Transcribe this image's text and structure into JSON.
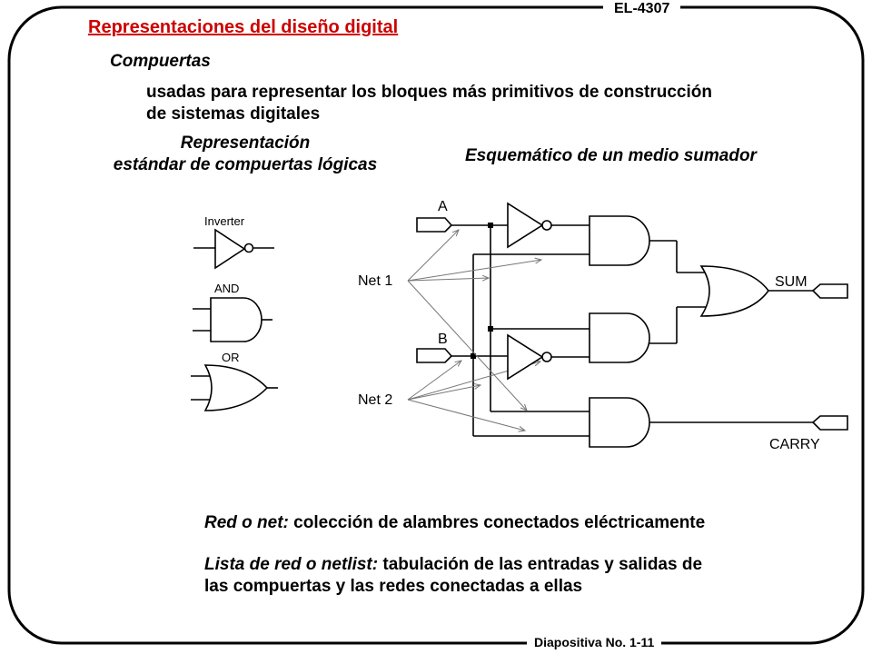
{
  "header": {
    "course_code": "EL-4307",
    "title": "Representaciones del diseño digital",
    "title_color": "#cc0000"
  },
  "content": {
    "section": "Compuertas",
    "description_line1": "usadas para representar los bloques más primitivos de construcción",
    "description_line2": "de sistemas digitales",
    "left_caption_line1": "Representación",
    "left_caption_line2": "estándar de compuertas lógicas",
    "right_caption": "Esquemático de un medio sumador"
  },
  "gate_legend": {
    "inverter_label": "Inverter",
    "and_label": "AND",
    "or_label": "OR"
  },
  "half_adder": {
    "input_a": "A",
    "input_b": "B",
    "net1": "Net 1",
    "net2": "Net 2",
    "output_sum": "SUM",
    "output_carry": "CARRY"
  },
  "definitions": {
    "net_term": "Red o net:",
    "net_text": " colección de alambres conectados eléctricamente",
    "netlist_term": "Lista de red o netlist:",
    "netlist_text_line1": " tabulación de las entradas y salidas de",
    "netlist_text_line2": "las compuertas y las redes conectadas a ellas"
  },
  "footer": {
    "slide_label": "Diapositiva No. 1-11"
  }
}
